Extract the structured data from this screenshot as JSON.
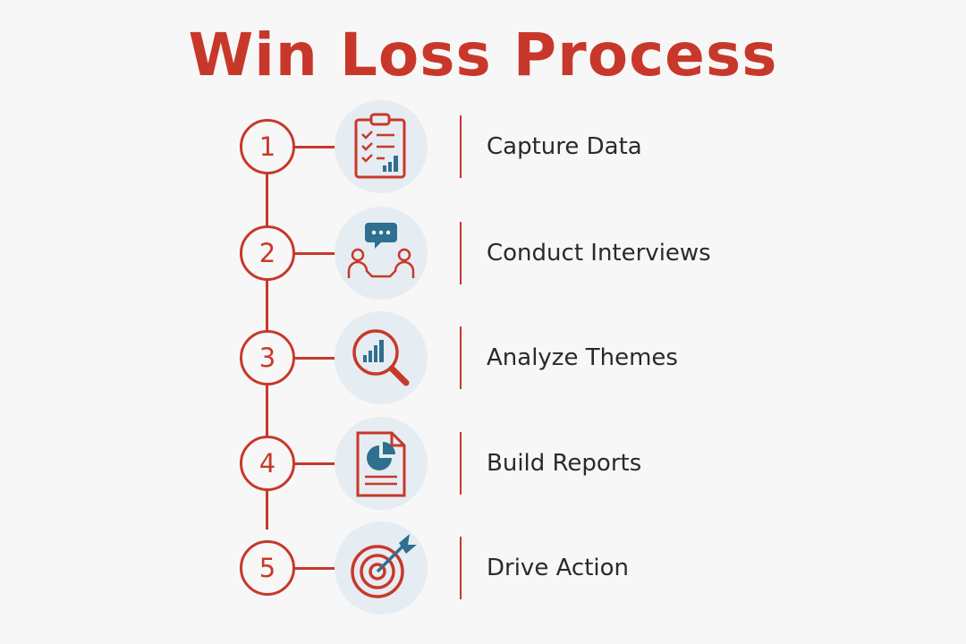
{
  "title": "Win Loss Process",
  "colors": {
    "accent": "#c8382a",
    "icon_secondary": "#2f6f8f",
    "icon_bg": "#e6edf2",
    "text": "#2a2a2a",
    "background": "#f7f7f7"
  },
  "steps": [
    {
      "number": "1",
      "label": "Capture Data",
      "icon": "clipboard-chart-icon"
    },
    {
      "number": "2",
      "label": "Conduct Interviews",
      "icon": "interview-chat-icon"
    },
    {
      "number": "3",
      "label": "Analyze Themes",
      "icon": "magnifier-chart-icon"
    },
    {
      "number": "4",
      "label": "Build Reports",
      "icon": "report-pie-icon"
    },
    {
      "number": "5",
      "label": "Drive Action",
      "icon": "target-arrow-icon"
    }
  ]
}
